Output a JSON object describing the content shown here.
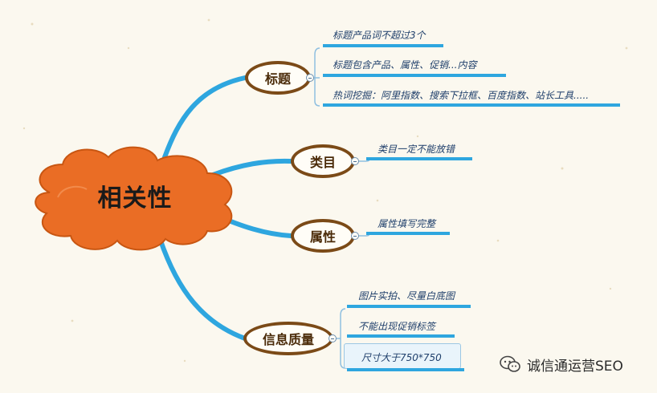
{
  "mindmap": {
    "central": "相关性",
    "topics": [
      {
        "label": "标题",
        "leaves": [
          "标题产品词不超过3个",
          "标题包含产品、属性、促销...内容",
          "热词挖掘：阿里指数、搜索下拉框、百度指数、站长工具....."
        ]
      },
      {
        "label": "类目",
        "leaves": [
          "类目一定不能放错"
        ]
      },
      {
        "label": "属性",
        "leaves": [
          "属性填写完整"
        ]
      },
      {
        "label": "信息质量",
        "leaves": [
          "图片实拍、尽量白底图",
          "不能出现促销标签",
          "尺寸大于750*750"
        ]
      }
    ]
  },
  "watermark": {
    "text": "诚信通运营SEO",
    "icon": "wechat-icon"
  },
  "colors": {
    "branch": "#2ea6df",
    "cloud_fill": "#ea6d25",
    "cloud_stroke": "#c85612",
    "topic_border": "#7b4a17"
  }
}
